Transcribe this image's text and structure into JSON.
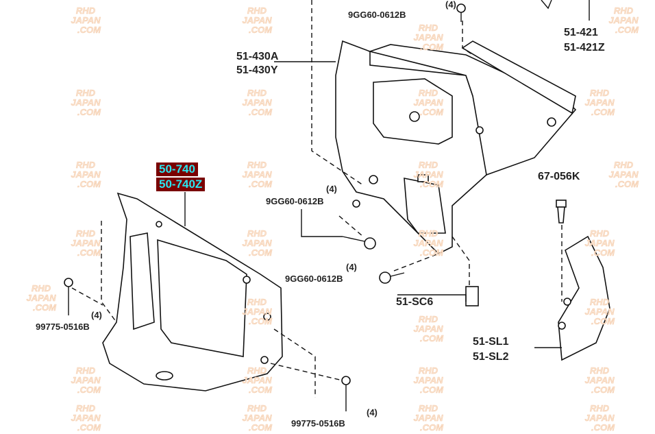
{
  "watermark": {
    "line1": "RHD",
    "line2": "JAPAN",
    "line3": ".COM"
  },
  "highlight": {
    "color_bg": "#7a0000",
    "color_text": "#29e6f0"
  },
  "parts": {
    "p50_740": "50-740",
    "p50_740z": "50-740Z",
    "p51_430a": "51-430A",
    "p51_430y": "51-430Y",
    "p51_421": "51-421",
    "p51_421z": "51-421Z",
    "p67_056k": "67-056K",
    "p51_sc6": "51-SC6",
    "p51_sl1": "51-SL1",
    "p51_sl2": "51-SL2",
    "bolt_top": "9GG60-0612B",
    "bolt_top_qty": "(4)",
    "bolt_mid": "9GG60-0612B",
    "bolt_mid_qty": "(4)",
    "bolt_low": "9GG60-0612B",
    "bolt_low_qty": "(4)",
    "screw_left": "99775-0516B",
    "screw_left_qty": "(4)",
    "screw_bottom": "99775-0516B",
    "screw_bottom_qty": "(4)"
  }
}
